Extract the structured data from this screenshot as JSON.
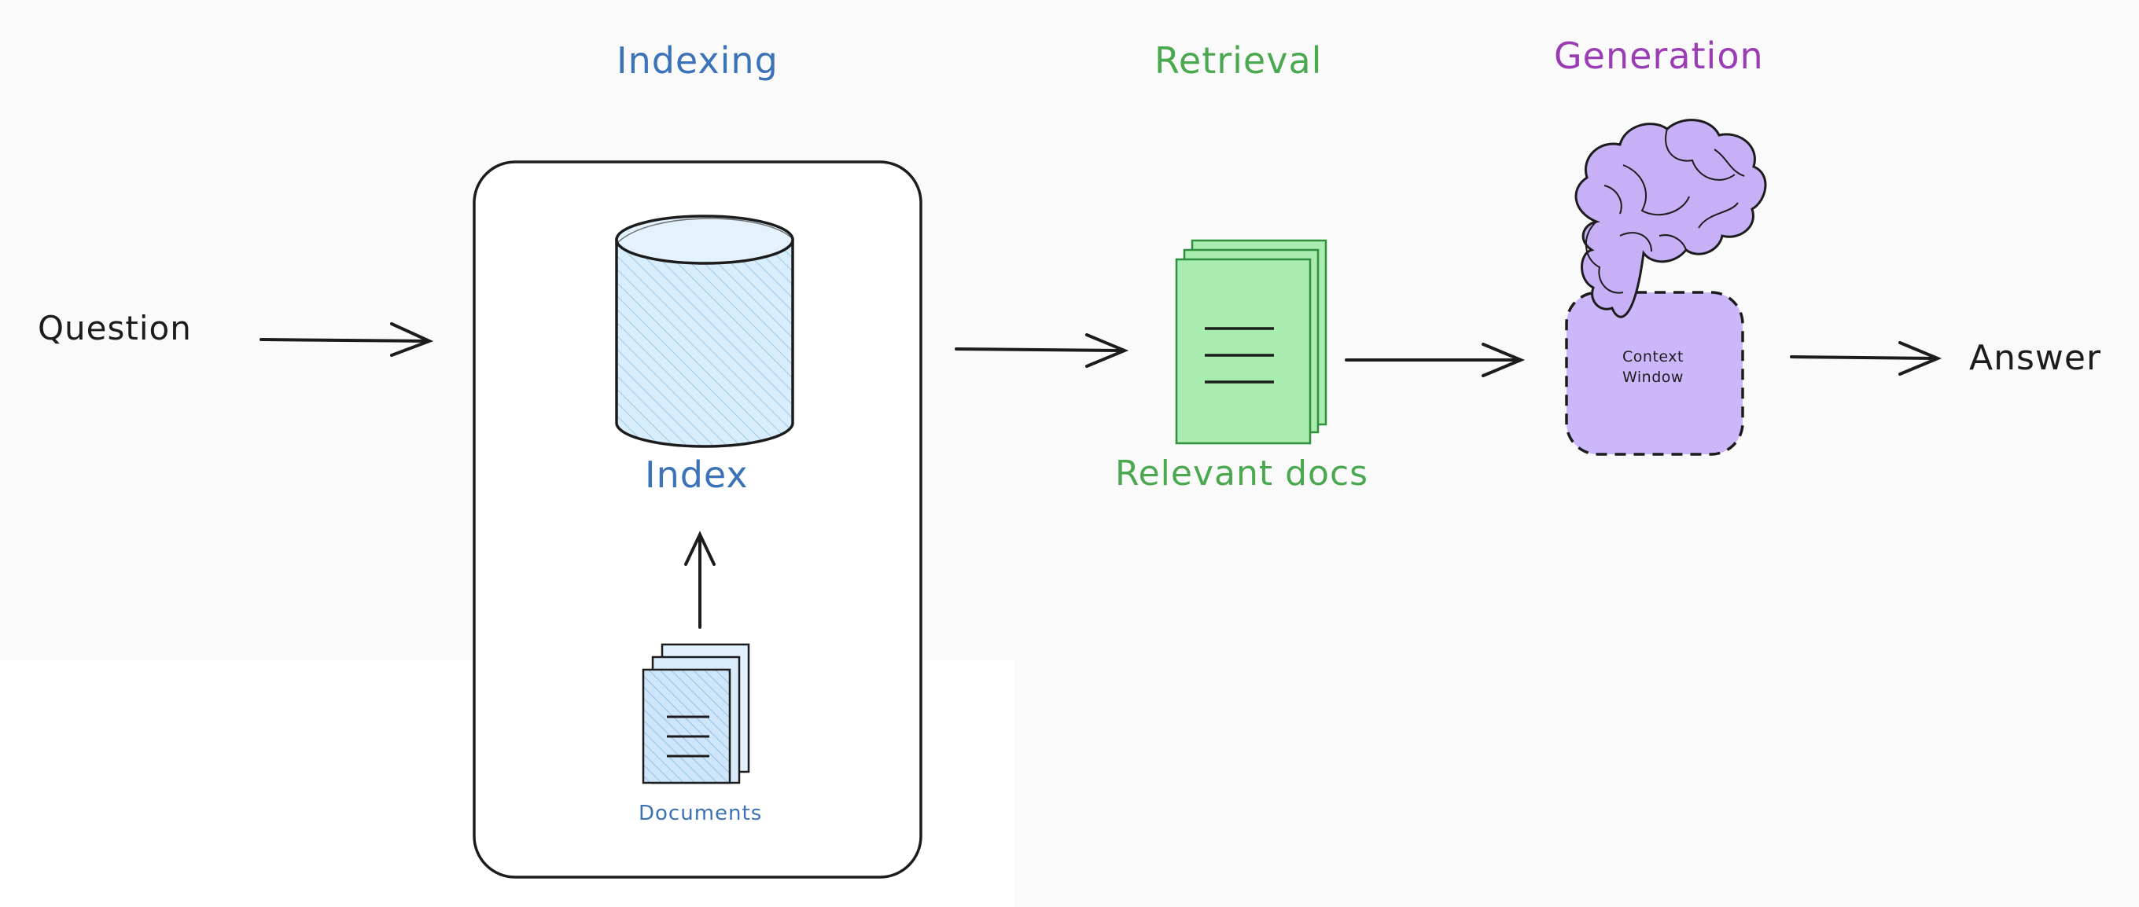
{
  "stages": {
    "indexing": "Indexing",
    "retrieval": "Retrieval",
    "generation": "Generation"
  },
  "nodes": {
    "question": "Question",
    "index": "Index",
    "documents": "Documents",
    "relevant_docs": "Relevant docs",
    "context_window_line1": "Context",
    "context_window_line2": "Window",
    "answer": "Answer"
  },
  "colors": {
    "indexing": "#3b72b8",
    "retrieval": "#4aa84f",
    "generation": "#9a3db4",
    "index_fill": "#d4ebfb",
    "docs_fill": "#a8ecb0",
    "context_fill": "#cdb7fb",
    "brain_fill": "#c8b0f7",
    "stroke": "#1c1c1c"
  },
  "icons": {
    "index": "database-cylinder-icon",
    "documents": "document-stack-icon",
    "relevant_docs": "document-stack-icon",
    "generation": "brain-icon"
  }
}
